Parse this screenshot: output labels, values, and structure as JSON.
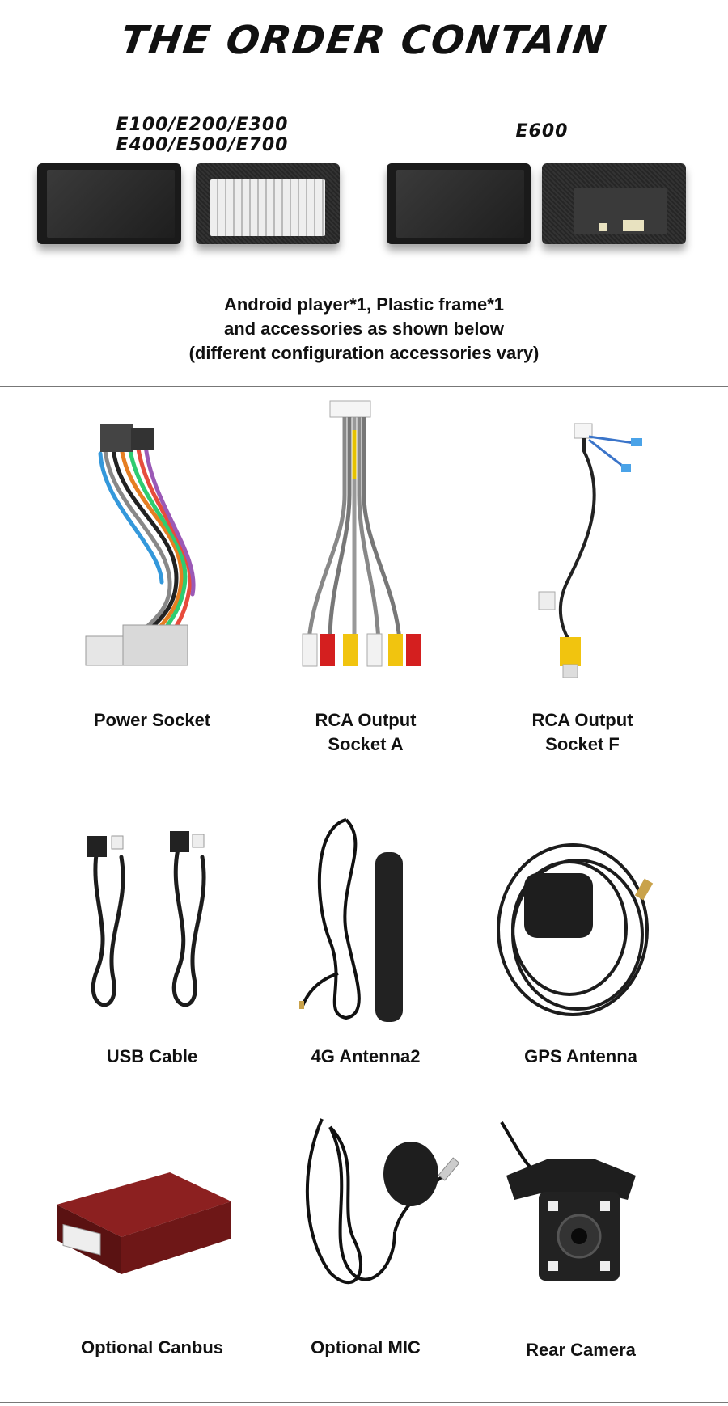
{
  "header": {
    "title": "THE ORDER CONTAIN"
  },
  "models": [
    {
      "label_line1": "E100/E200/E300",
      "label_line2": "E400/E500/E700"
    },
    {
      "label_line1": "E600"
    }
  ],
  "description": {
    "line1": "Android player*1, Plastic frame*1",
    "line2": "and accessories as shown below",
    "line3": "(different configuration accessories vary)"
  },
  "accessories": [
    {
      "label_line1": "Power Socket",
      "icon": "wire-harness-icon"
    },
    {
      "label_line1": "RCA Output",
      "label_line2": "Socket A",
      "icon": "rca-cable-icon"
    },
    {
      "label_line1": "RCA Output",
      "label_line2": "Socket F",
      "icon": "rca-single-cable-icon"
    },
    {
      "label_line1": "USB Cable",
      "icon": "usb-cable-icon"
    },
    {
      "label_line1": "4G Antenna2",
      "icon": "antenna-icon"
    },
    {
      "label_line1": "GPS Antenna",
      "icon": "gps-antenna-icon"
    },
    {
      "label_line1": "Optional Canbus",
      "icon": "canbus-box-icon"
    },
    {
      "label_line1": "Optional MIC",
      "icon": "microphone-icon"
    },
    {
      "label_line1": "Rear Camera",
      "icon": "camera-icon"
    }
  ],
  "colors": {
    "rca_red": "#d41f1f",
    "rca_yellow": "#f1c40f",
    "rca_white": "#f2f2f2",
    "canbus_red": "#6e1717"
  }
}
